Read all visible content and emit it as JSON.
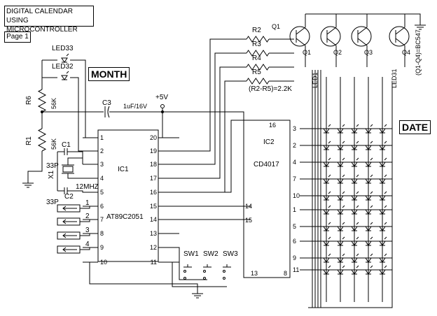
{
  "header": {
    "title_line1": "DIGITAL CALENDAR USING",
    "title_line2": "MICROCONTROLLER",
    "page_label": "Page 1"
  },
  "sections": {
    "month": "MONTH",
    "date": "DATE"
  },
  "components": {
    "ic1": {
      "ref": "IC1",
      "part": "AT89C2051"
    },
    "ic2": {
      "ref": "IC2",
      "part": "CD4017"
    },
    "r1": {
      "ref": "R1",
      "value": "56K"
    },
    "r6": {
      "ref": "R6",
      "value": "56K"
    },
    "r2": "R2",
    "r3": "R3",
    "r4": "R4",
    "r5": "R5",
    "r_note": "(R2-R5)=2.2K",
    "c1": "C1",
    "c1_value": "33P",
    "c2": "C2",
    "c2_value": "33P",
    "c3": "C3",
    "c3_value": "1uF/16V",
    "x1": "X1",
    "x1_value": "12MHZ",
    "vcc": "+5V",
    "q1": "Q1",
    "q2": "Q2",
    "q3": "Q3",
    "q4": "Q4",
    "q_note": "(Q1-Q4)=BC547",
    "led_month_1": "LED33",
    "led_month_2": "LED32",
    "led_first": "LED1",
    "led_last": "LED31",
    "sw1": "SW1",
    "sw2": "SW2",
    "sw3": "SW3"
  },
  "ic1_pins_left": [
    "1",
    "2",
    "3",
    "4",
    "5",
    "6",
    "7",
    "8",
    "9",
    "10"
  ],
  "ic1_pins_right": [
    "20",
    "19",
    "18",
    "17",
    "16",
    "15",
    "14",
    "13",
    "12",
    "11"
  ],
  "ic2_pins_right": [
    "3",
    "2",
    "4",
    "7",
    "10",
    "1",
    "5",
    "6",
    "9",
    "11"
  ],
  "ic2_pins_top": [
    "16"
  ],
  "ic2_pins_left": [
    "14",
    "15"
  ],
  "ic2_pins_bottom": [
    "13",
    "8"
  ],
  "switch_labels": [
    "1",
    "2",
    "3",
    "4"
  ]
}
